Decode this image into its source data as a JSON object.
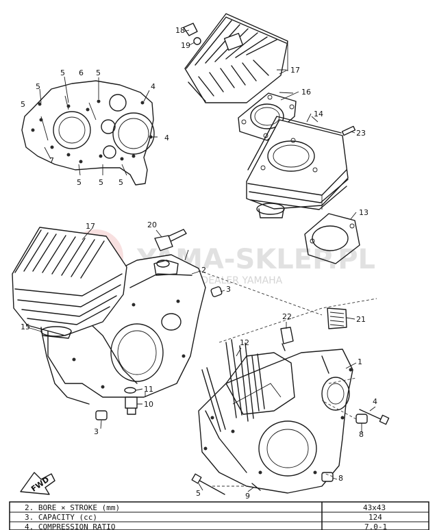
{
  "watermark": {
    "brand": "YAMA-SKLEP.PL",
    "tagline": "WOJ        OWICZ | DEALER YAMAHA"
  },
  "direction_label": "FWD",
  "callouts": {
    "c18": "18",
    "c19": "19",
    "c17a": "17",
    "c16": "16",
    "c14": "14",
    "c23": "23",
    "c13": "13",
    "c5a": "5",
    "c6": "6",
    "c5b": "5",
    "c5c": "5",
    "c4a": "4",
    "c5d": "5",
    "c4b": "4",
    "c7": "7",
    "c5e": "5",
    "c5f": "5",
    "c5g": "5",
    "c17b": "17",
    "c20": "20",
    "c15": "15",
    "c2": "2",
    "c3a": "3",
    "c11": "11",
    "c10": "10",
    "c3b": "3",
    "c22": "22",
    "c21": "21",
    "c12": "12",
    "c1": "1",
    "c4c": "4",
    "c8a": "8",
    "c8b": "8",
    "c5h": "5",
    "c9": "9"
  },
  "spec_table": {
    "rows": [
      {
        "label": "2.  BORE × STROKE  (mm)",
        "value": "43x43"
      },
      {
        "label": "3.  CAPACITY (cc)",
        "value": "124"
      },
      {
        "label": "4.  COMPRESSION RATIO",
        "value": "7.0-1"
      }
    ]
  }
}
